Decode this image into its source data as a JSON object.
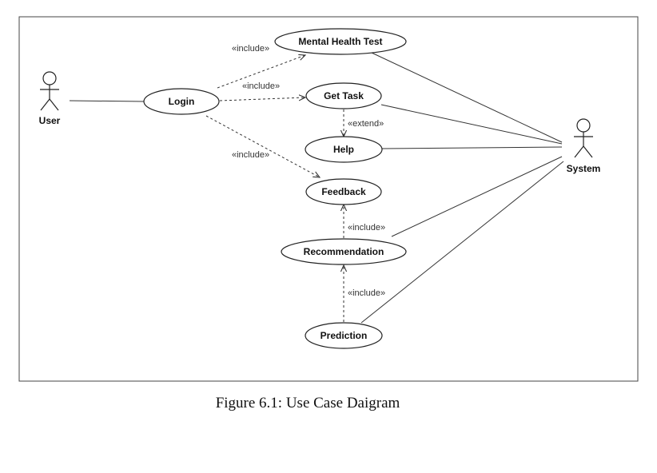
{
  "actors": {
    "user": "User",
    "system": "System"
  },
  "use_cases": {
    "mental_health_test": "Mental Health Test",
    "login": "Login",
    "get_task": "Get Task",
    "help": "Help",
    "feedback": "Feedback",
    "recommendation": "Recommendation",
    "prediction": "Prediction"
  },
  "relations": {
    "login_mht": "«include»",
    "login_get_task": "«include»",
    "login_feedback": "«include»",
    "get_task_help": "«extend»",
    "recommendation_feedback": "«include»",
    "prediction_recommendation": "«include»"
  },
  "caption": "Figure 6.1: Use Case Daigram"
}
